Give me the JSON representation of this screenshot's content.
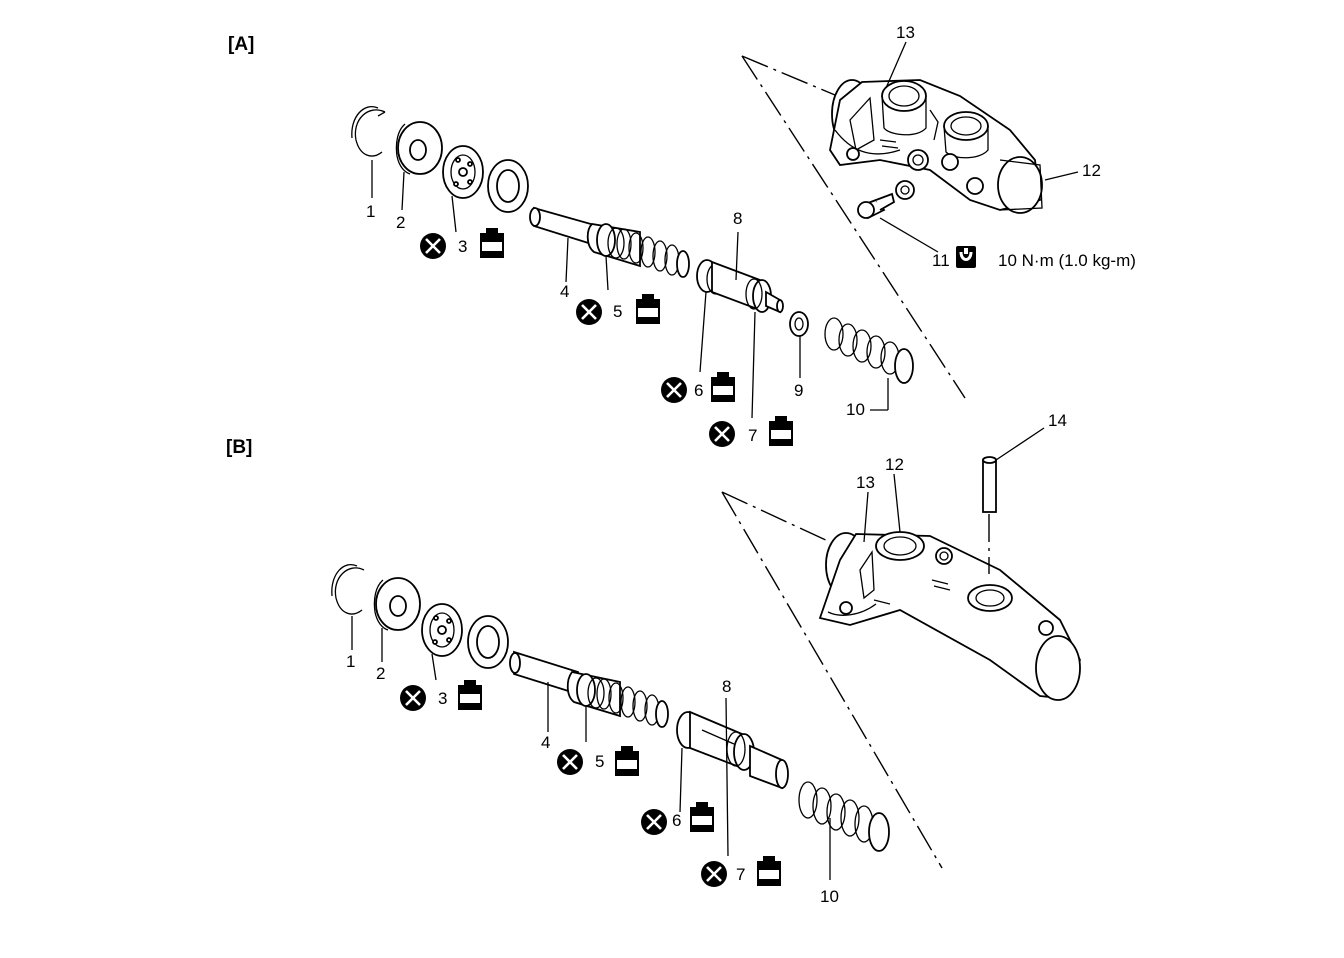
{
  "sections": {
    "a": {
      "label": "[A]"
    },
    "b": {
      "label": "[B]"
    }
  },
  "parts": {
    "n1": "1",
    "n2": "2",
    "n3": "3",
    "n4": "4",
    "n5": "5",
    "n6": "6",
    "n7": "7",
    "n8": "8",
    "n9": "9",
    "n10": "10",
    "n11": "11",
    "n12": "12",
    "n13": "13",
    "n14": "14"
  },
  "torque": {
    "value": "10 N·m (1.0 kg-m)"
  },
  "symbols": {
    "fluid": "FLD"
  },
  "icons": {
    "replace": "do-not-reuse-icon",
    "fluid": "brake-fluid-icon",
    "torque": "tightening-torque-icon"
  },
  "colors": {
    "ink": "#000000",
    "paper": "#ffffff"
  }
}
